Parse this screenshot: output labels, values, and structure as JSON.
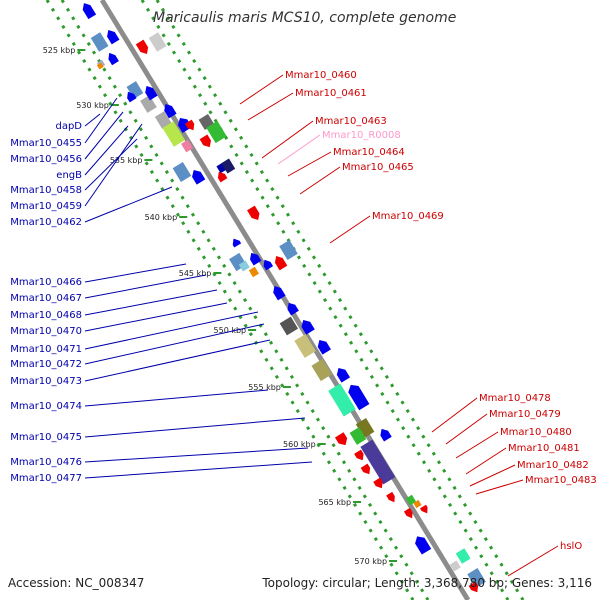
{
  "title": "Maricaulis maris MCS10, complete genome",
  "footer": {
    "accession": "Accession: NC_008347",
    "stats": "Topology: circular; Length: 3,368,780 bp; Genes: 3,116"
  },
  "colors": {
    "backbone": "#8c8c8c",
    "forward_label": "#cc0000",
    "reverse_label": "#0000aa",
    "rna_label": "#ff99cc",
    "forward_gene": "#ee0000",
    "reverse_gene": "#0000ee",
    "track_dots": "#2e9a2e"
  },
  "kbp_marks": [
    "525 kbp",
    "530 kbp",
    "535 kbp",
    "540 kbp",
    "545 kbp",
    "550 kbp",
    "555 kbp",
    "560 kbp",
    "565 kbp",
    "570 kbp"
  ],
  "left_labels": [
    "dapD",
    "Mmar10_0455",
    "Mmar10_0456",
    "engB",
    "Mmar10_0458",
    "Mmar10_0459",
    "Mmar10_0462",
    "Mmar10_0466",
    "Mmar10_0467",
    "Mmar10_0468",
    "Mmar10_0470",
    "Mmar10_0471",
    "Mmar10_0472",
    "Mmar10_0473",
    "Mmar10_0474",
    "Mmar10_0475",
    "Mmar10_0476",
    "Mmar10_0477"
  ],
  "right_labels": [
    "Mmar10_0460",
    "Mmar10_0461",
    "Mmar10_0463",
    "Mmar10_R0008",
    "Mmar10_0464",
    "Mmar10_0465",
    "Mmar10_0469",
    "Mmar10_0478",
    "Mmar10_0479",
    "Mmar10_0480",
    "Mmar10_0481",
    "Mmar10_0482",
    "Mmar10_0483",
    "hslO"
  ]
}
